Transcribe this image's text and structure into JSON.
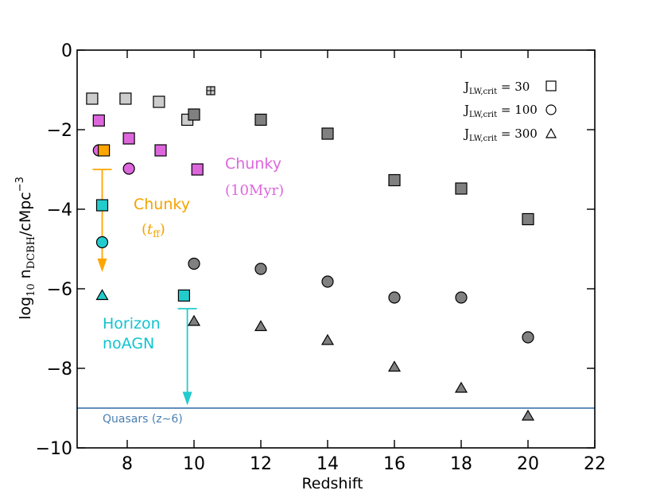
{
  "chart_data": {
    "type": "scatter",
    "xlabel": "Redshift",
    "ylabel": "log₁₀ n_DCBH/cMpc⁻³",
    "ylabel_parts": {
      "main": "log",
      "sub1": "10",
      "n": " n",
      "sub2": "DCBH",
      "unit": "/cMpc",
      "sup": "−3"
    },
    "xlim": [
      6.5,
      22
    ],
    "ylim": [
      -10,
      0
    ],
    "xticks": [
      8,
      10,
      12,
      14,
      16,
      18,
      20,
      22
    ],
    "xtick_labels": [
      "8",
      "10",
      "12",
      "14",
      "16",
      "18",
      "20",
      "22"
    ],
    "yticks": [
      0,
      -2,
      -4,
      -6,
      -8,
      -10
    ],
    "ytick_labels": [
      "0",
      "−2",
      "−4",
      "−6",
      "−8",
      "−10"
    ],
    "grid": false,
    "colors": {
      "light_gray": "#cccccc",
      "dark_gray": "#808080",
      "magenta": "#dd66dd",
      "orange": "#ffa500",
      "cyan": "#22cccc",
      "quasar_line": "#4a7fb0",
      "chunky_tff_label": "#f5a300",
      "chunky_10myr_label": "#dd66dd",
      "horizon_label": "#11c4cf"
    },
    "series": [
      {
        "marker": "square",
        "color": "#cccccc",
        "points": [
          [
            6.95,
            -1.22
          ],
          [
            7.95,
            -1.22
          ],
          [
            8.95,
            -1.3
          ],
          [
            9.8,
            -1.75
          ]
        ]
      },
      {
        "marker": "square",
        "color": "#808080",
        "points": [
          [
            10.0,
            -1.62
          ],
          [
            12.0,
            -1.75
          ],
          [
            14.0,
            -2.1
          ],
          [
            16.0,
            -3.27
          ],
          [
            18.0,
            -3.48
          ],
          [
            20.0,
            -4.25
          ]
        ]
      },
      {
        "marker": "square-plus",
        "color": "#cccccc",
        "points": [
          [
            10.5,
            -1.02
          ]
        ]
      },
      {
        "marker": "circle",
        "color": "#808080",
        "points": [
          [
            10.0,
            -5.37
          ],
          [
            12.0,
            -5.5
          ],
          [
            14.0,
            -5.82
          ],
          [
            16.0,
            -6.22
          ],
          [
            18.0,
            -6.22
          ],
          [
            20.0,
            -7.22
          ]
        ]
      },
      {
        "marker": "triangle",
        "color": "#808080",
        "points": [
          [
            10.0,
            -6.82
          ],
          [
            12.0,
            -6.95
          ],
          [
            14.0,
            -7.3
          ],
          [
            16.0,
            -7.97
          ],
          [
            18.0,
            -8.5
          ],
          [
            20.0,
            -9.2
          ]
        ]
      },
      {
        "marker": "square",
        "color": "#dd66dd",
        "points": [
          [
            7.15,
            -1.77
          ],
          [
            8.05,
            -2.22
          ],
          [
            9.0,
            -2.52
          ],
          [
            10.1,
            -3.0
          ]
        ]
      },
      {
        "marker": "circle",
        "color": "#dd66dd",
        "points": [
          [
            8.05,
            -2.98
          ]
        ]
      },
      {
        "marker": "half-circle",
        "color": "#dd66dd",
        "points": [
          [
            7.15,
            -2.52
          ]
        ]
      },
      {
        "marker": "square",
        "color": "#ffa500",
        "points": [
          [
            7.3,
            -2.52
          ]
        ]
      },
      {
        "marker": "square",
        "color": "#22cccc",
        "points": [
          [
            7.25,
            -3.9
          ],
          [
            9.7,
            -6.17
          ]
        ]
      },
      {
        "marker": "circle",
        "color": "#22cccc",
        "points": [
          [
            7.25,
            -4.83
          ]
        ]
      },
      {
        "marker": "triangle",
        "color": "#22cccc",
        "points": [
          [
            7.25,
            -6.17
          ]
        ]
      }
    ],
    "upper_limits": [
      {
        "x": 7.25,
        "y_from": -3.0,
        "y_to": -5.5,
        "color": "#ffa500"
      },
      {
        "x": 9.8,
        "y_from": -6.5,
        "y_to": -8.85,
        "color": "#22cccc"
      }
    ],
    "horizontal_line": {
      "y": -9.0,
      "color": "#4a7fb0"
    },
    "legend": {
      "placement": "top-right",
      "entries": [
        {
          "label_main": "J",
          "label_sub": "LW,crit",
          "label_value": " = 30",
          "marker": "square"
        },
        {
          "label_main": "J",
          "label_sub": "LW,crit",
          "label_value": " = 100",
          "marker": "circle"
        },
        {
          "label_main": "J",
          "label_sub": "LW,crit",
          "label_value": " = 300",
          "marker": "triangle"
        }
      ]
    },
    "annotations": {
      "chunky_10myr": {
        "text": "Chunky",
        "sub": "(10Myr)"
      },
      "chunky_tff": {
        "text": "Chunky",
        "sub_open": "(",
        "sub_t": "t",
        "sub_ff": "ff",
        "sub_close": ")"
      },
      "horizon_line1": "Horizon",
      "horizon_line2": "noAGN",
      "quasars": "Quasars  (z∼6)"
    }
  }
}
